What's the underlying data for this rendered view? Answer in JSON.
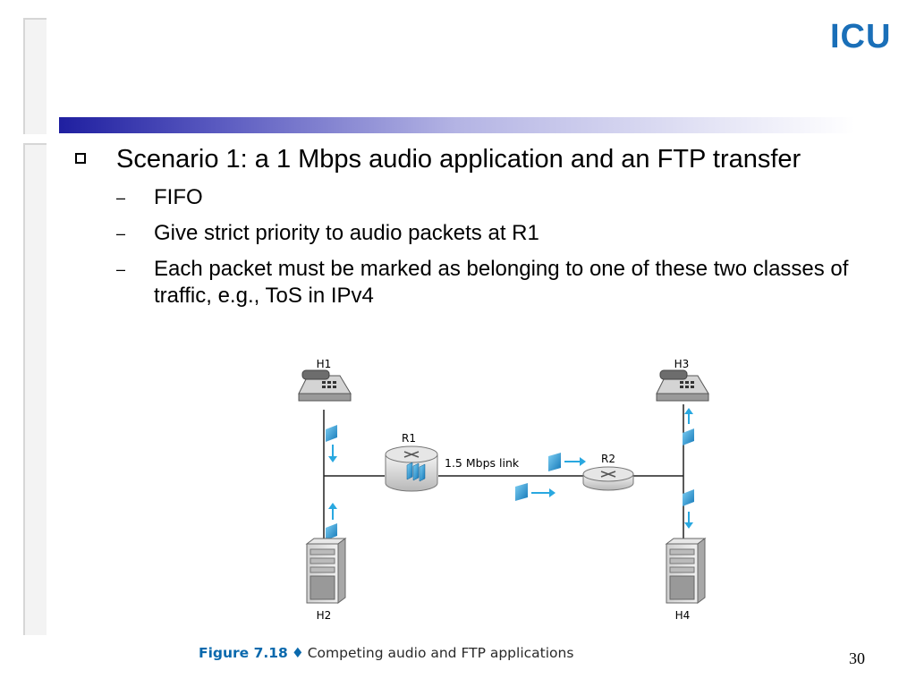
{
  "logo": {
    "text": "ICU",
    "color": "#1a6fb8"
  },
  "bullets": [
    {
      "text": "Scenario 1: a 1 Mbps audio application and an FTP transfer",
      "subitems": [
        "FIFO",
        "Give strict priority to audio packets at R1",
        "Each packet must be marked as belonging to one of these two classes of traffic, e.g., ToS in IPv4"
      ]
    }
  ],
  "sub_marker": "–",
  "diagram": {
    "nodes": {
      "h1": "H1",
      "h2": "H2",
      "h3": "H3",
      "h4": "H4",
      "r1": "R1",
      "r2": "R2"
    },
    "link_label": "1.5 Mbps link"
  },
  "caption": {
    "figure_number": "Figure 7.18",
    "separator": "♦",
    "text": "Competing audio and FTP applications"
  },
  "page_number": "30",
  "colors": {
    "packet": "#29a8e0",
    "title_rule": "#1f1fa0"
  }
}
